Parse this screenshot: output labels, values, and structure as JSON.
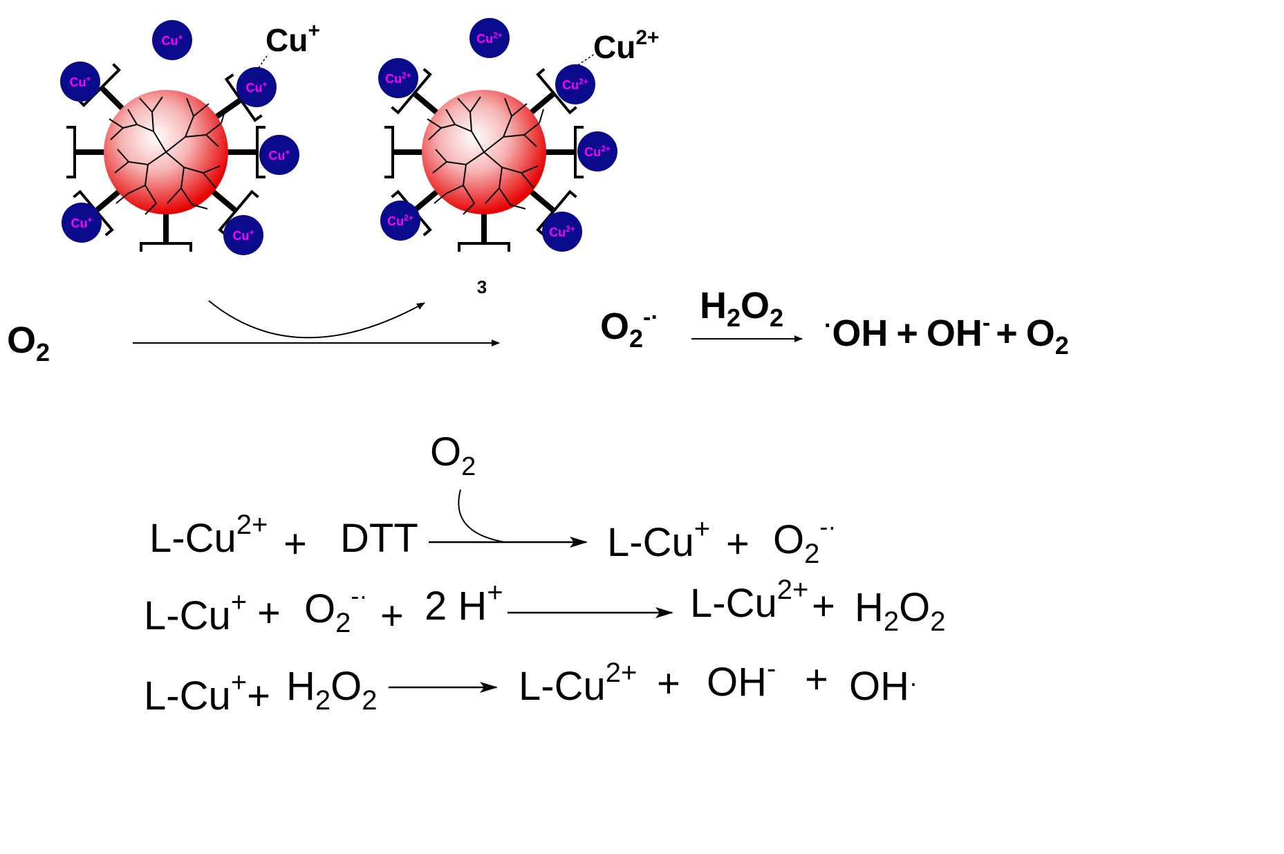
{
  "colors": {
    "ion_fill": "#0a0a8c",
    "ion_label": "#ff00ff",
    "particle_core": "#ffffff",
    "particle_edge": "#e60000"
  },
  "particle_left": {
    "callout": {
      "base": "Cu",
      "sup": "+"
    },
    "ion_base": "Cu",
    "ion_charge": "+"
  },
  "particle_right": {
    "callout": {
      "base": "Cu",
      "sup": "2+"
    },
    "ion_base": "Cu",
    "ion_charge": "2+",
    "label": "3"
  },
  "scheme": {
    "reactant": {
      "base": "O",
      "sub": "2"
    },
    "intermediate": {
      "base": "O",
      "sub": "2",
      "sup": "-·"
    },
    "reagent": {
      "h": "H",
      "sub1": "2",
      "o": "O",
      "sub2": "2"
    },
    "products": {
      "radical_dot": "·",
      "oh1": "OH",
      "plus1": "+",
      "oh2": "OH",
      "oh2_sup": "-",
      "plus2": "+",
      "o2": "O",
      "o2_sub": "2"
    }
  },
  "equations": {
    "oxygen": {
      "base": "O",
      "sub": "2"
    },
    "eq1": {
      "lcu": "L-Cu",
      "lcu_sup": "2+",
      "plus1": "+",
      "dtt": "DTT",
      "p_lcu": "L-Cu",
      "p_lcu_sup": "+",
      "plus2": "+",
      "p_o2": "O",
      "p_o2_sub": "2",
      "p_o2_sup": "-·"
    },
    "eq2": {
      "lcu": "L-Cu",
      "lcu_sup": "+",
      "plus1": "+",
      "o2": "O",
      "o2_sub": "2",
      "o2_sup": "-·",
      "plus2": "+",
      "h": "2 H",
      "h_sup": "+",
      "p_lcu": "L-Cu",
      "p_lcu_sup": "2+",
      "plus3": "+",
      "p_h": "H",
      "p_sub1": "2",
      "p_o": "O",
      "p_sub2": "2"
    },
    "eq3": {
      "lcu": "L-Cu",
      "lcu_sup": "+",
      "plus1": "+",
      "h": "H",
      "sub1": "2",
      "o": "O",
      "sub2": "2",
      "p_lcu": "L-Cu",
      "p_lcu_sup": "2+",
      "plus2": "+",
      "oh1": "OH",
      "oh1_sup": "-",
      "plus3": "+",
      "oh2": "OH",
      "oh2_sup": "·"
    }
  }
}
